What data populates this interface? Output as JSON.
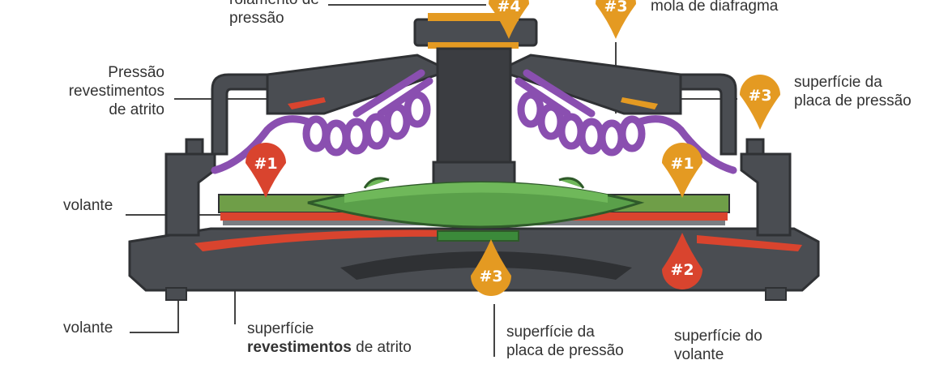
{
  "colors": {
    "housing": "#4a4d52",
    "housing_dark": "#2f3134",
    "spring": "#8a4fb0",
    "disc": "#5aa04a",
    "friction": "#d9442e",
    "badge_orange": "#e49a22",
    "badge_red": "#d9442e",
    "text": "#333333",
    "leader": "#444444"
  },
  "labels": {
    "top_left": {
      "line1": "rolamento de",
      "line2": "pressão"
    },
    "top_right": {
      "line1": "mola de diafragma"
    },
    "pressure_linings": {
      "line1": "Pressão",
      "line2": "revestimentos",
      "line3": "de atrito"
    },
    "pressure_plate_surface_right": {
      "line1": "superfície da",
      "line2": "placa de pressão"
    },
    "flywheel_left": {
      "line1": "volante"
    },
    "flywheel_bottom_left": {
      "line1": "volante"
    },
    "lining_surface_bottom": {
      "line1": "superfície",
      "line2_bold": "revestimentos",
      "line2_rest": " de atrito"
    },
    "pressure_plate_surface_bottom": {
      "line1": "superfície da",
      "line2": "placa de pressão"
    },
    "flywheel_surface_bottom": {
      "line1": "superfície do",
      "line2": "volante"
    }
  },
  "badges": [
    {
      "id": "b4-top",
      "text": "#4",
      "color": "orange"
    },
    {
      "id": "b3-top",
      "text": "#3",
      "color": "orange"
    },
    {
      "id": "b3-right",
      "text": "#3",
      "color": "orange"
    },
    {
      "id": "b1-left",
      "text": "#1",
      "color": "red"
    },
    {
      "id": "b1-right",
      "text": "#1",
      "color": "orange"
    },
    {
      "id": "b3-bottom",
      "text": "#3",
      "color": "orange"
    },
    {
      "id": "b2-right",
      "text": "#2",
      "color": "red"
    }
  ]
}
